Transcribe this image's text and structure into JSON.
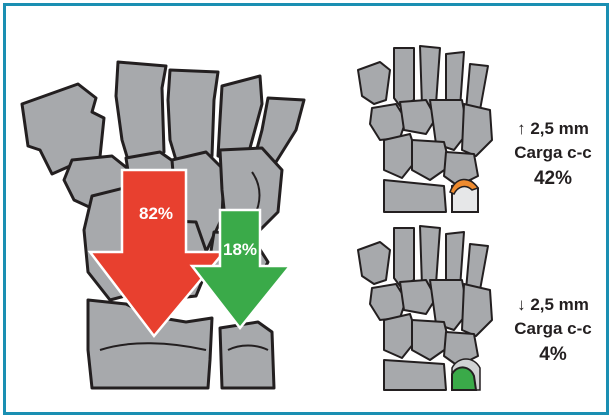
{
  "large_wrist": {
    "red_arrow_label": "82%",
    "green_arrow_label": "18%",
    "colors": {
      "red": "#e8402f",
      "green": "#3aaa49",
      "bone": "#a7a9ac",
      "outline": "#231f20"
    }
  },
  "top_panel": {
    "line1": "↑ 2,5 mm",
    "line2": "Carga c-c",
    "line3": "42%",
    "cap_color": "#ee8b2f"
  },
  "bottom_panel": {
    "line1": "↓ 2,5 mm",
    "line2": "Carga c-c",
    "line3": "4%",
    "cap_color": "#3aaa49"
  }
}
